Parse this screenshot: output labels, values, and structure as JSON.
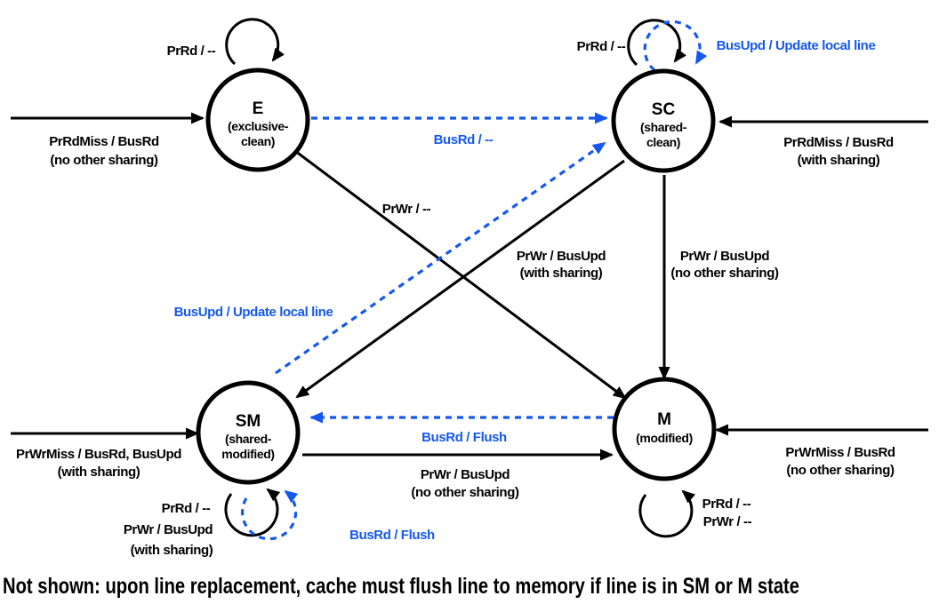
{
  "colors": {
    "processor_transition": "#000000",
    "bus_transition": "#1558ee"
  },
  "states": {
    "e": {
      "name": "E",
      "desc1": "(exclusive-",
      "desc2": "clean)"
    },
    "sc": {
      "name": "SC",
      "desc1": "(shared-",
      "desc2": "clean)"
    },
    "sm": {
      "name": "SM",
      "desc1": "(shared-",
      "desc2": "modified)"
    },
    "m": {
      "name": "M",
      "desc1": "(modified)"
    }
  },
  "labels": {
    "e_self": "PrRd / --",
    "e_in_1": "PrRdMiss / BusRd",
    "e_in_2": "(no other sharing)",
    "sc_self_black": "PrRd / --",
    "sc_self_blue": "BusUpd / Update local line",
    "sc_in_1": "PrRdMiss / BusRd",
    "sc_in_2": "(with sharing)",
    "e_to_sc": "BusRd / --",
    "e_to_m": "PrWr / --",
    "sc_to_sm_1": "PrWr / BusUpd",
    "sc_to_sm_2": "(with sharing)",
    "sc_to_m_1": "PrWr / BusUpd",
    "sc_to_m_2": "(no other sharing)",
    "sm_to_sc": "BusUpd / Update local line",
    "sm_in_1": "PrWrMiss / BusRd, BusUpd",
    "sm_in_2": "(with sharing)",
    "m_in_1": "PrWrMiss / BusRd",
    "m_in_2": "(no other sharing)",
    "m_to_sm": "BusRd / Flush",
    "sm_to_m_1": "PrWr / BusUpd",
    "sm_to_m_2": "(no other sharing)",
    "sm_self_1": "PrRd / --",
    "sm_self_2": "PrWr / BusUpd",
    "sm_self_3": "(with sharing)",
    "sm_self_blue": "BusRd / Flush",
    "m_self_1": "PrRd / --",
    "m_self_2": "PrWr / --"
  },
  "note": "Not shown: upon line replacement, cache must flush line to memory if line is in SM or M state"
}
